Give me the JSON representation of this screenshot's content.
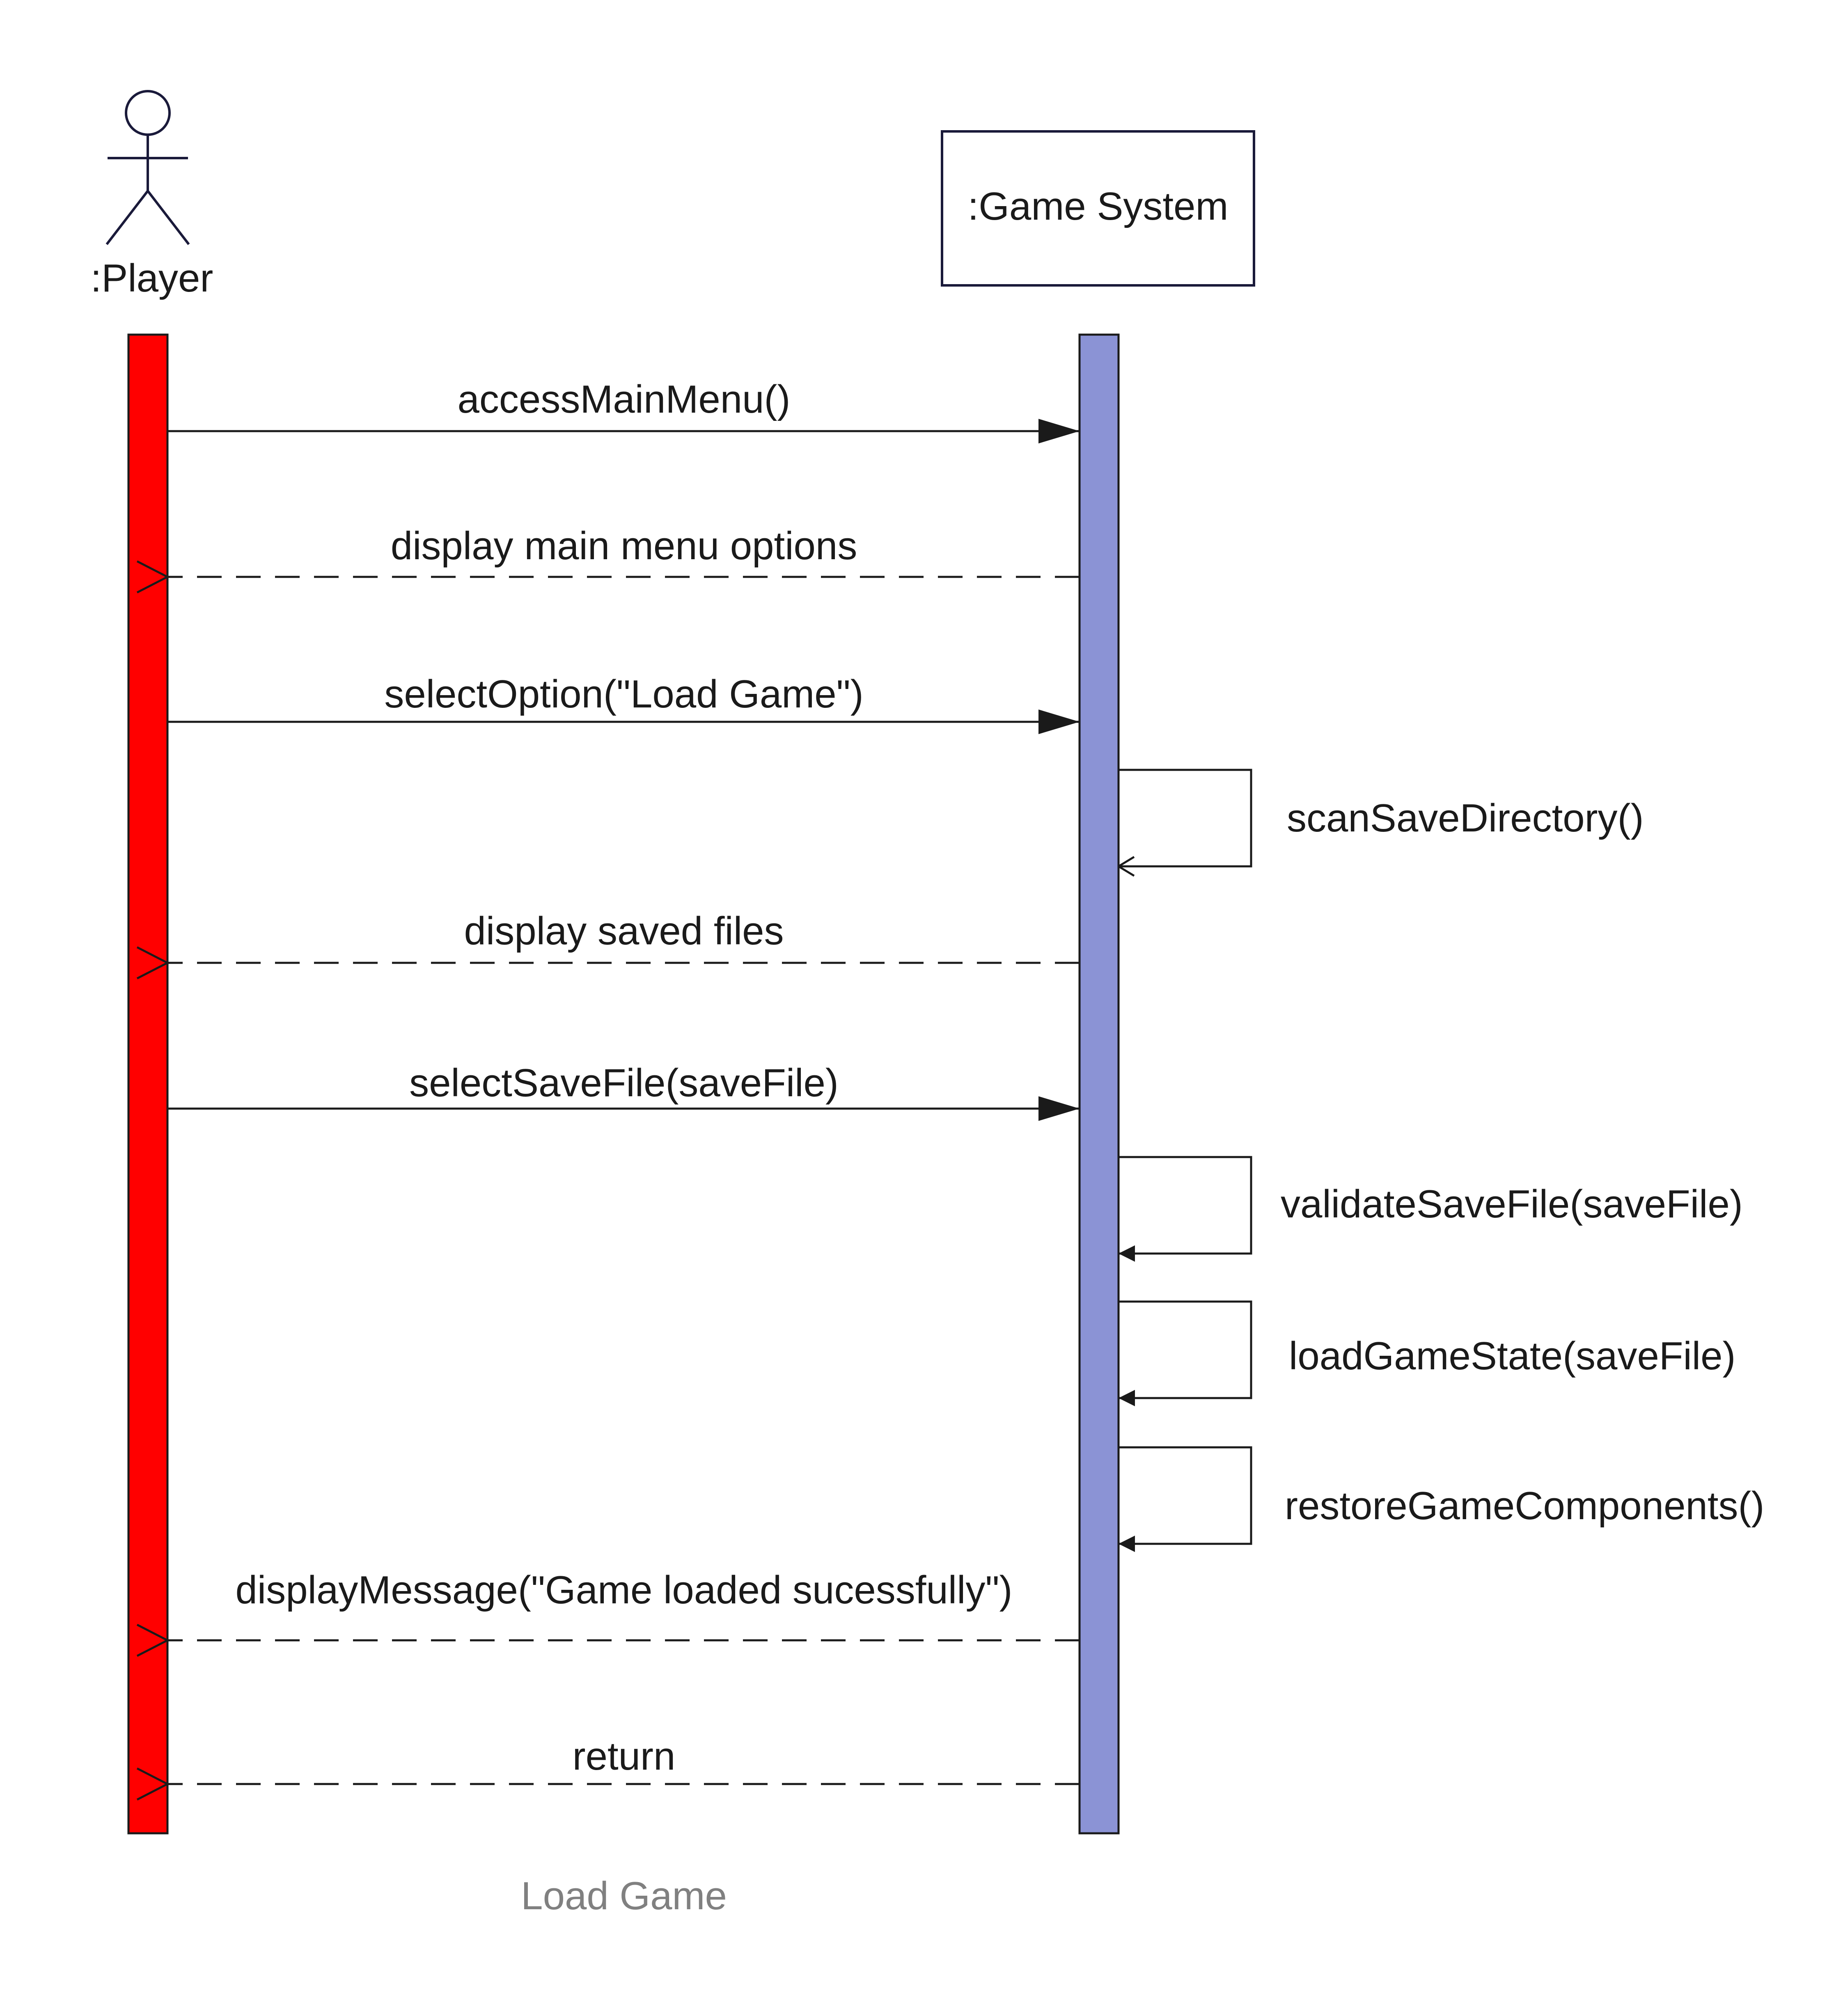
{
  "participants": {
    "actor": {
      "label": ":Player",
      "activation_color": "#ff0000"
    },
    "system": {
      "label": ":Game System",
      "activation_color": "#8b93d5"
    }
  },
  "messages": [
    {
      "kind": "call",
      "label": "accessMainMenu()"
    },
    {
      "kind": "return",
      "label": "display main menu options"
    },
    {
      "kind": "call",
      "label": "selectOption(\"Load Game\")"
    },
    {
      "kind": "self",
      "label": "scanSaveDirectory()",
      "arrowhead": "open"
    },
    {
      "kind": "return",
      "label": "display saved files"
    },
    {
      "kind": "call",
      "label": "selectSaveFile(saveFile)"
    },
    {
      "kind": "self",
      "label": "validateSaveFile(saveFile)",
      "arrowhead": "filled"
    },
    {
      "kind": "self",
      "label": "loadGameState(saveFile)",
      "arrowhead": "filled"
    },
    {
      "kind": "self",
      "label": "restoreGameComponents()",
      "arrowhead": "filled"
    },
    {
      "kind": "return",
      "label": "displayMessage(\"Game loaded sucessfully\")"
    },
    {
      "kind": "return",
      "label": "return"
    }
  ],
  "caption": {
    "text": "Load Game",
    "color": "#808080"
  },
  "colors": {
    "stroke": "#1a1a1a",
    "box_border": "#1a1a3a"
  }
}
